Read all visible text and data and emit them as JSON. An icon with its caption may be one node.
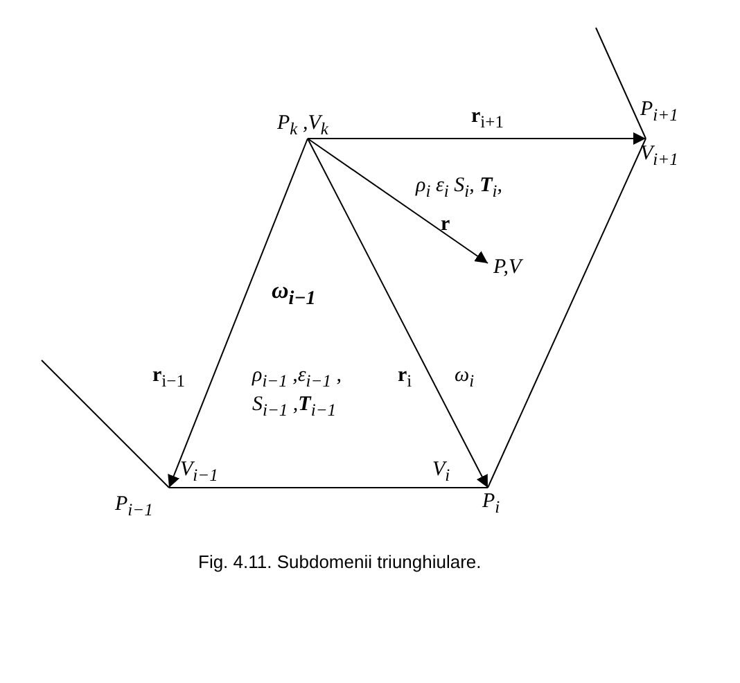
{
  "diagram": {
    "caption": "Fig. 4.11. Subdomenii triunghiulare.",
    "nodes": [
      {
        "text": [
          "P$_{k}$ ,V$_{k}$"
        ]
      },
      {
        "text": [
          "P$_{i+1}$",
          "V$_{i+1}$"
        ]
      },
      {
        "text": [
          "P,V"
        ]
      },
      {
        "text": [
          "V$_{i−1}$",
          "P$_{i−1}$"
        ]
      },
      {
        "text": [
          "V$_{i}$",
          "P$_{i}$"
        ]
      }
    ],
    "edges": [
      {
        "from": 0,
        "to": 1,
        "arrow": "to",
        "label": "**r**$_{i+1}$"
      },
      {
        "from": 0,
        "to": 2,
        "arrow": "to",
        "label": "**r**"
      },
      {
        "from": 0,
        "to": 3,
        "arrow": "to",
        "label": "**r**$_{i−1}$"
      },
      {
        "from": 0,
        "to": 4,
        "arrow": "to",
        "label": "**r**$_{i}$"
      },
      {
        "from": 3,
        "to": 4,
        "arrow": "none"
      },
      {
        "from": 4,
        "to": 1,
        "arrow": "none"
      },
      {
        "from": null,
        "to": 3,
        "arrow": "none"
      },
      {
        "from": null,
        "to": 1,
        "arrow": "none"
      }
    ],
    "labels": [
      "ρ$_{i}$ ε$_{i}$ S$_{i}$, **T**$_{i}$,",
      "ω$_{i−1}$",
      "ρ$_{i−1}$ ,ε$_{i−1}$ , S$_{i−1}$ ,**T**$_{i−1}$",
      "ω$_{i}$"
    ]
  }
}
